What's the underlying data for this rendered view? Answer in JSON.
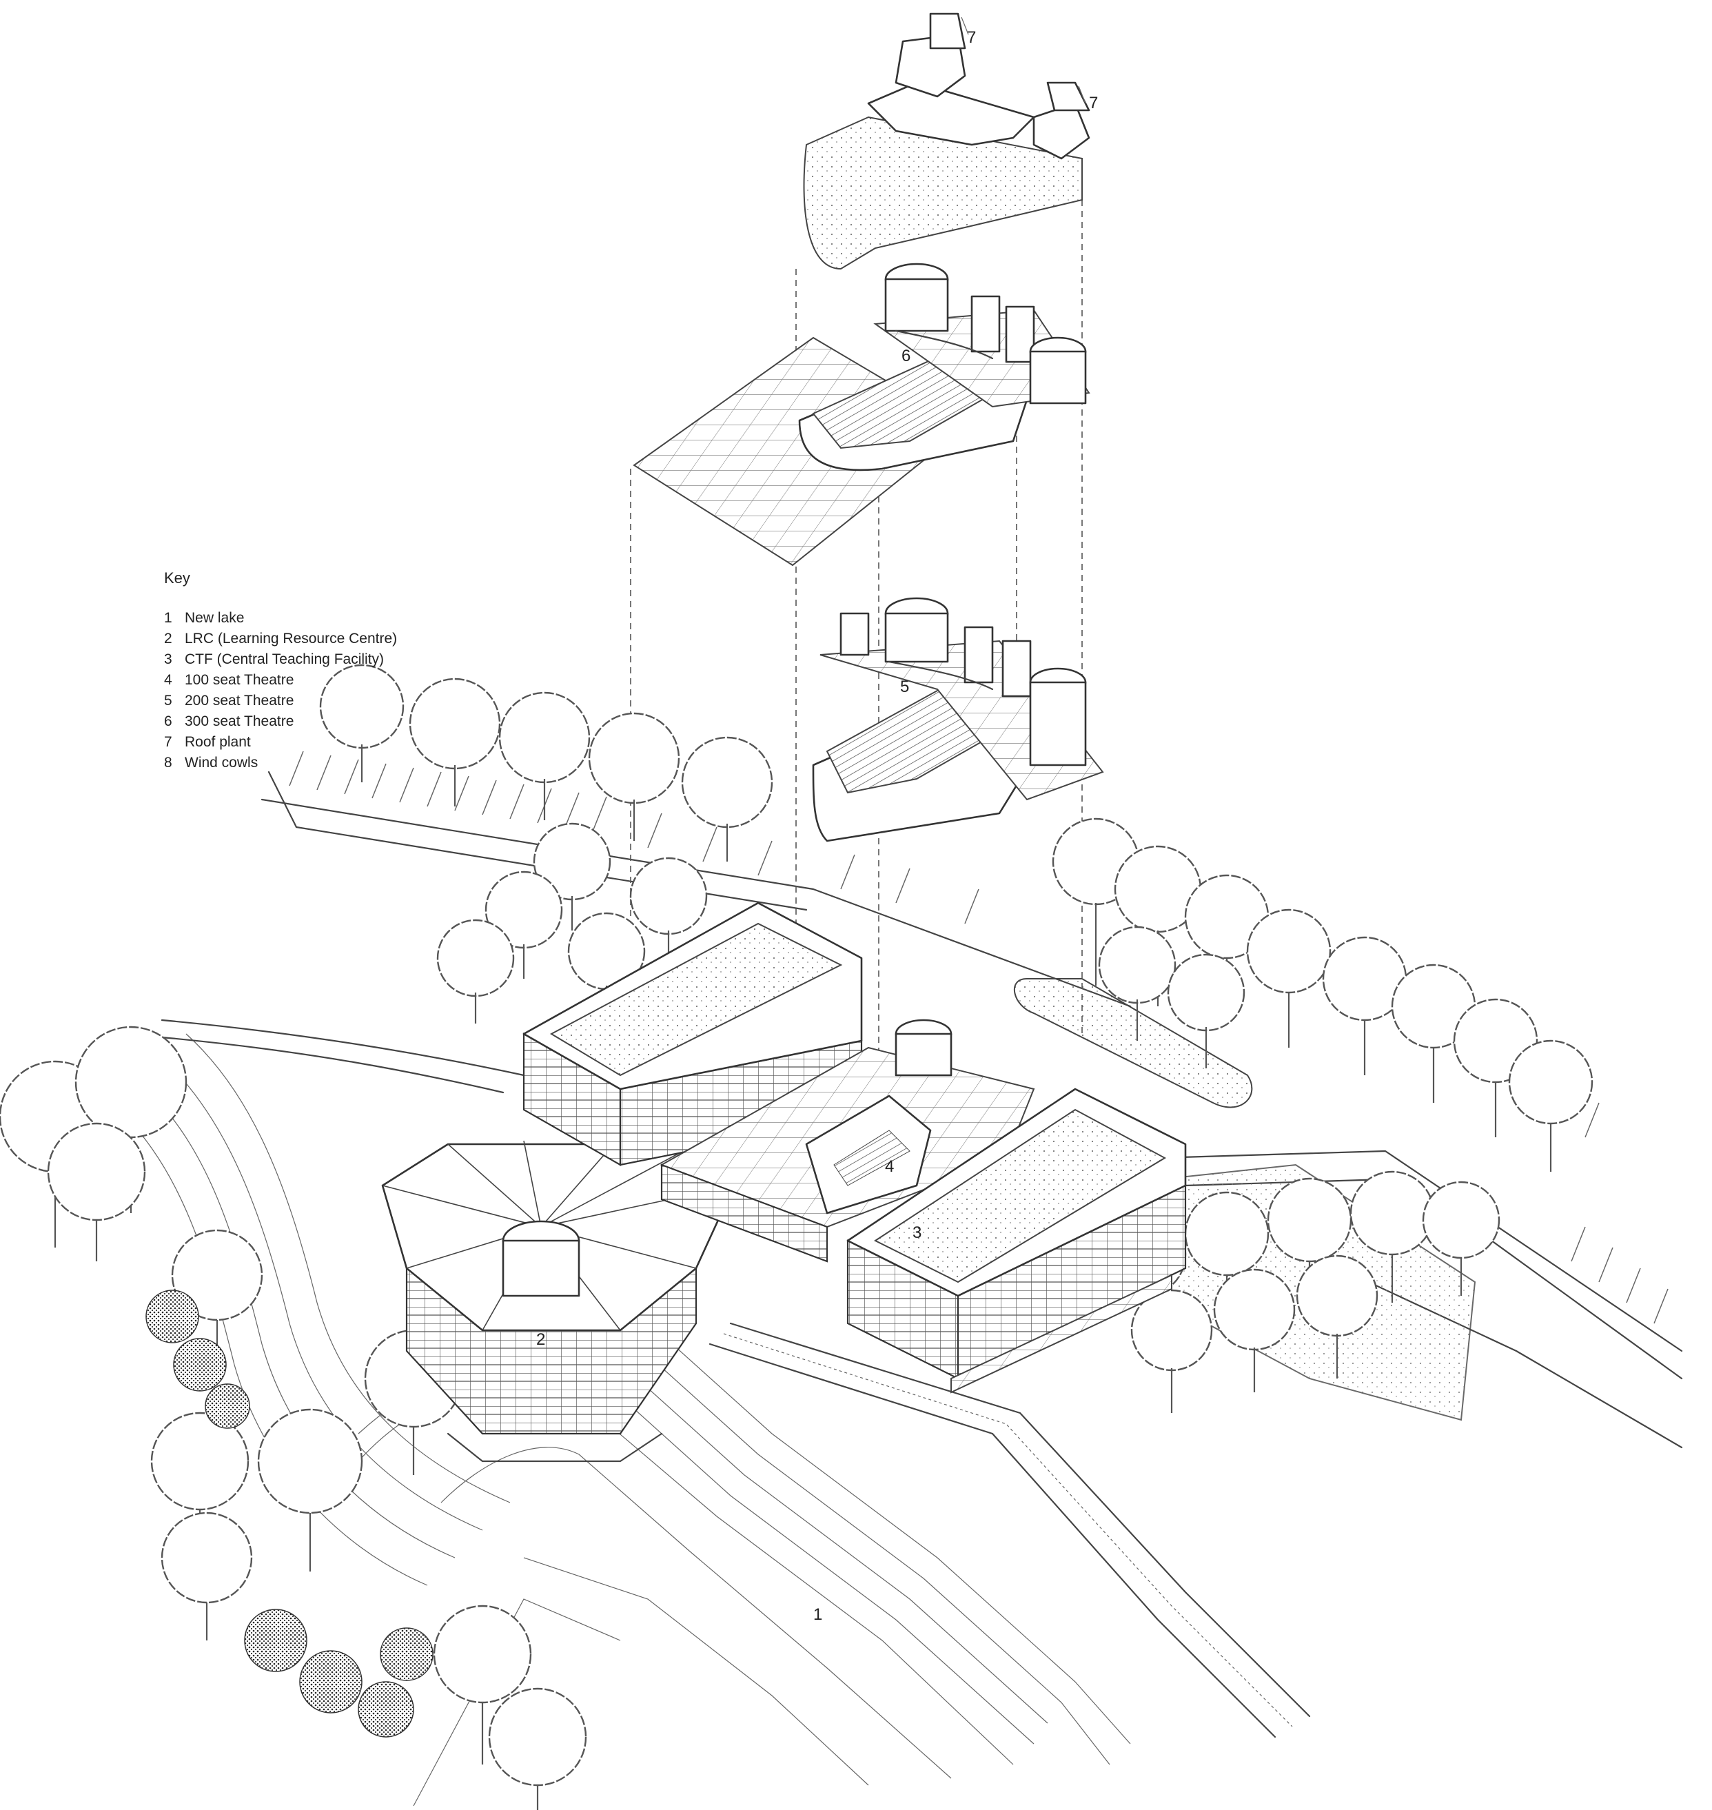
{
  "key": {
    "title": "Key",
    "items": [
      {
        "n": "1",
        "label": "New lake"
      },
      {
        "n": "2",
        "label": "LRC (Learning Resource Centre)"
      },
      {
        "n": "3",
        "label": "CTF (Central Teaching Facility)"
      },
      {
        "n": "4",
        "label": "100 seat Theatre"
      },
      {
        "n": "5",
        "label": "200 seat Theatre"
      },
      {
        "n": "6",
        "label": "300 seat Theatre"
      },
      {
        "n": "7",
        "label": "Roof plant"
      },
      {
        "n": "8",
        "label": "Wind cowls"
      }
    ]
  },
  "callouts": {
    "lake": "1",
    "lrc": "2",
    "ctf": "3",
    "theatre_100": "4",
    "theatre_200": "5",
    "theatre_300": "6",
    "roof_plant_a": "7",
    "roof_plant_b": "7"
  }
}
